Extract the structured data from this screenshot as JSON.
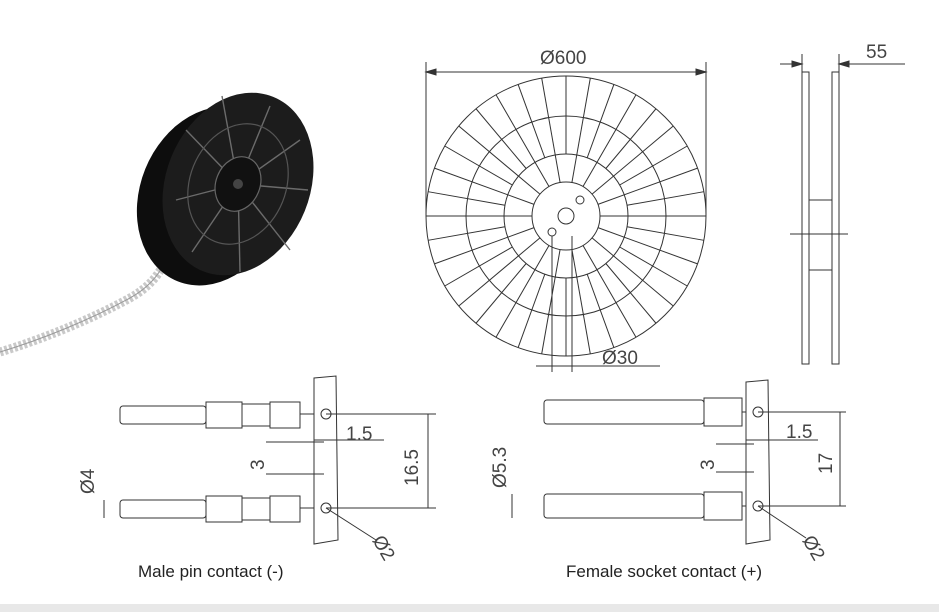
{
  "dimensions": {
    "reel_diameter": "Ø600",
    "reel_width": "55",
    "hub_diameter": "Ø30",
    "male_offset": "1.5",
    "male_pitch": "16.5",
    "male_gap": "3",
    "male_body_dia": "Ø4",
    "male_hole": "Ø2",
    "female_offset": "1.5",
    "female_pitch": "17",
    "female_gap": "3",
    "female_body_dia": "Ø5.3",
    "female_hole": "Ø2"
  },
  "captions": {
    "male": "Male pin contact (-)",
    "female": "Female socket contact (+)"
  },
  "colors": {
    "line": "#333333",
    "reel_photo": "#1a1a1a",
    "strip": "#c9c9c9"
  }
}
